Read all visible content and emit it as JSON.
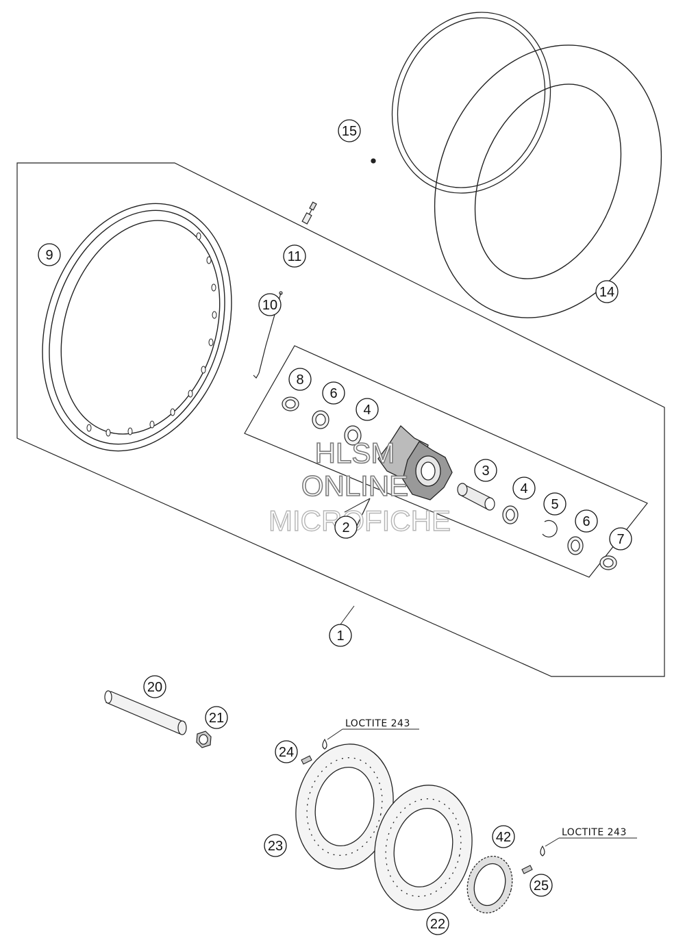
{
  "callouts": [
    {
      "id": "c1",
      "num": "1"
    },
    {
      "id": "c2",
      "num": "2"
    },
    {
      "id": "c3",
      "num": "3"
    },
    {
      "id": "c4a",
      "num": "4"
    },
    {
      "id": "c4b",
      "num": "4"
    },
    {
      "id": "c5",
      "num": "5"
    },
    {
      "id": "c6a",
      "num": "6"
    },
    {
      "id": "c6b",
      "num": "6"
    },
    {
      "id": "c7",
      "num": "7"
    },
    {
      "id": "c8",
      "num": "8"
    },
    {
      "id": "c9",
      "num": "9"
    },
    {
      "id": "c10",
      "num": "10"
    },
    {
      "id": "c11",
      "num": "11"
    },
    {
      "id": "c14",
      "num": "14"
    },
    {
      "id": "c15",
      "num": "15"
    },
    {
      "id": "c20",
      "num": "20"
    },
    {
      "id": "c21",
      "num": "21"
    },
    {
      "id": "c22",
      "num": "22"
    },
    {
      "id": "c23",
      "num": "23"
    },
    {
      "id": "c24",
      "num": "24"
    },
    {
      "id": "c25",
      "num": "25"
    },
    {
      "id": "c42",
      "num": "42"
    }
  ],
  "notes": {
    "loctite_left": "LOCTITE 243",
    "loctite_right": "LOCTITE 243"
  },
  "watermark": {
    "line1": "HLSM",
    "line2": "ONLINE",
    "line3": "MICROFICHE"
  }
}
